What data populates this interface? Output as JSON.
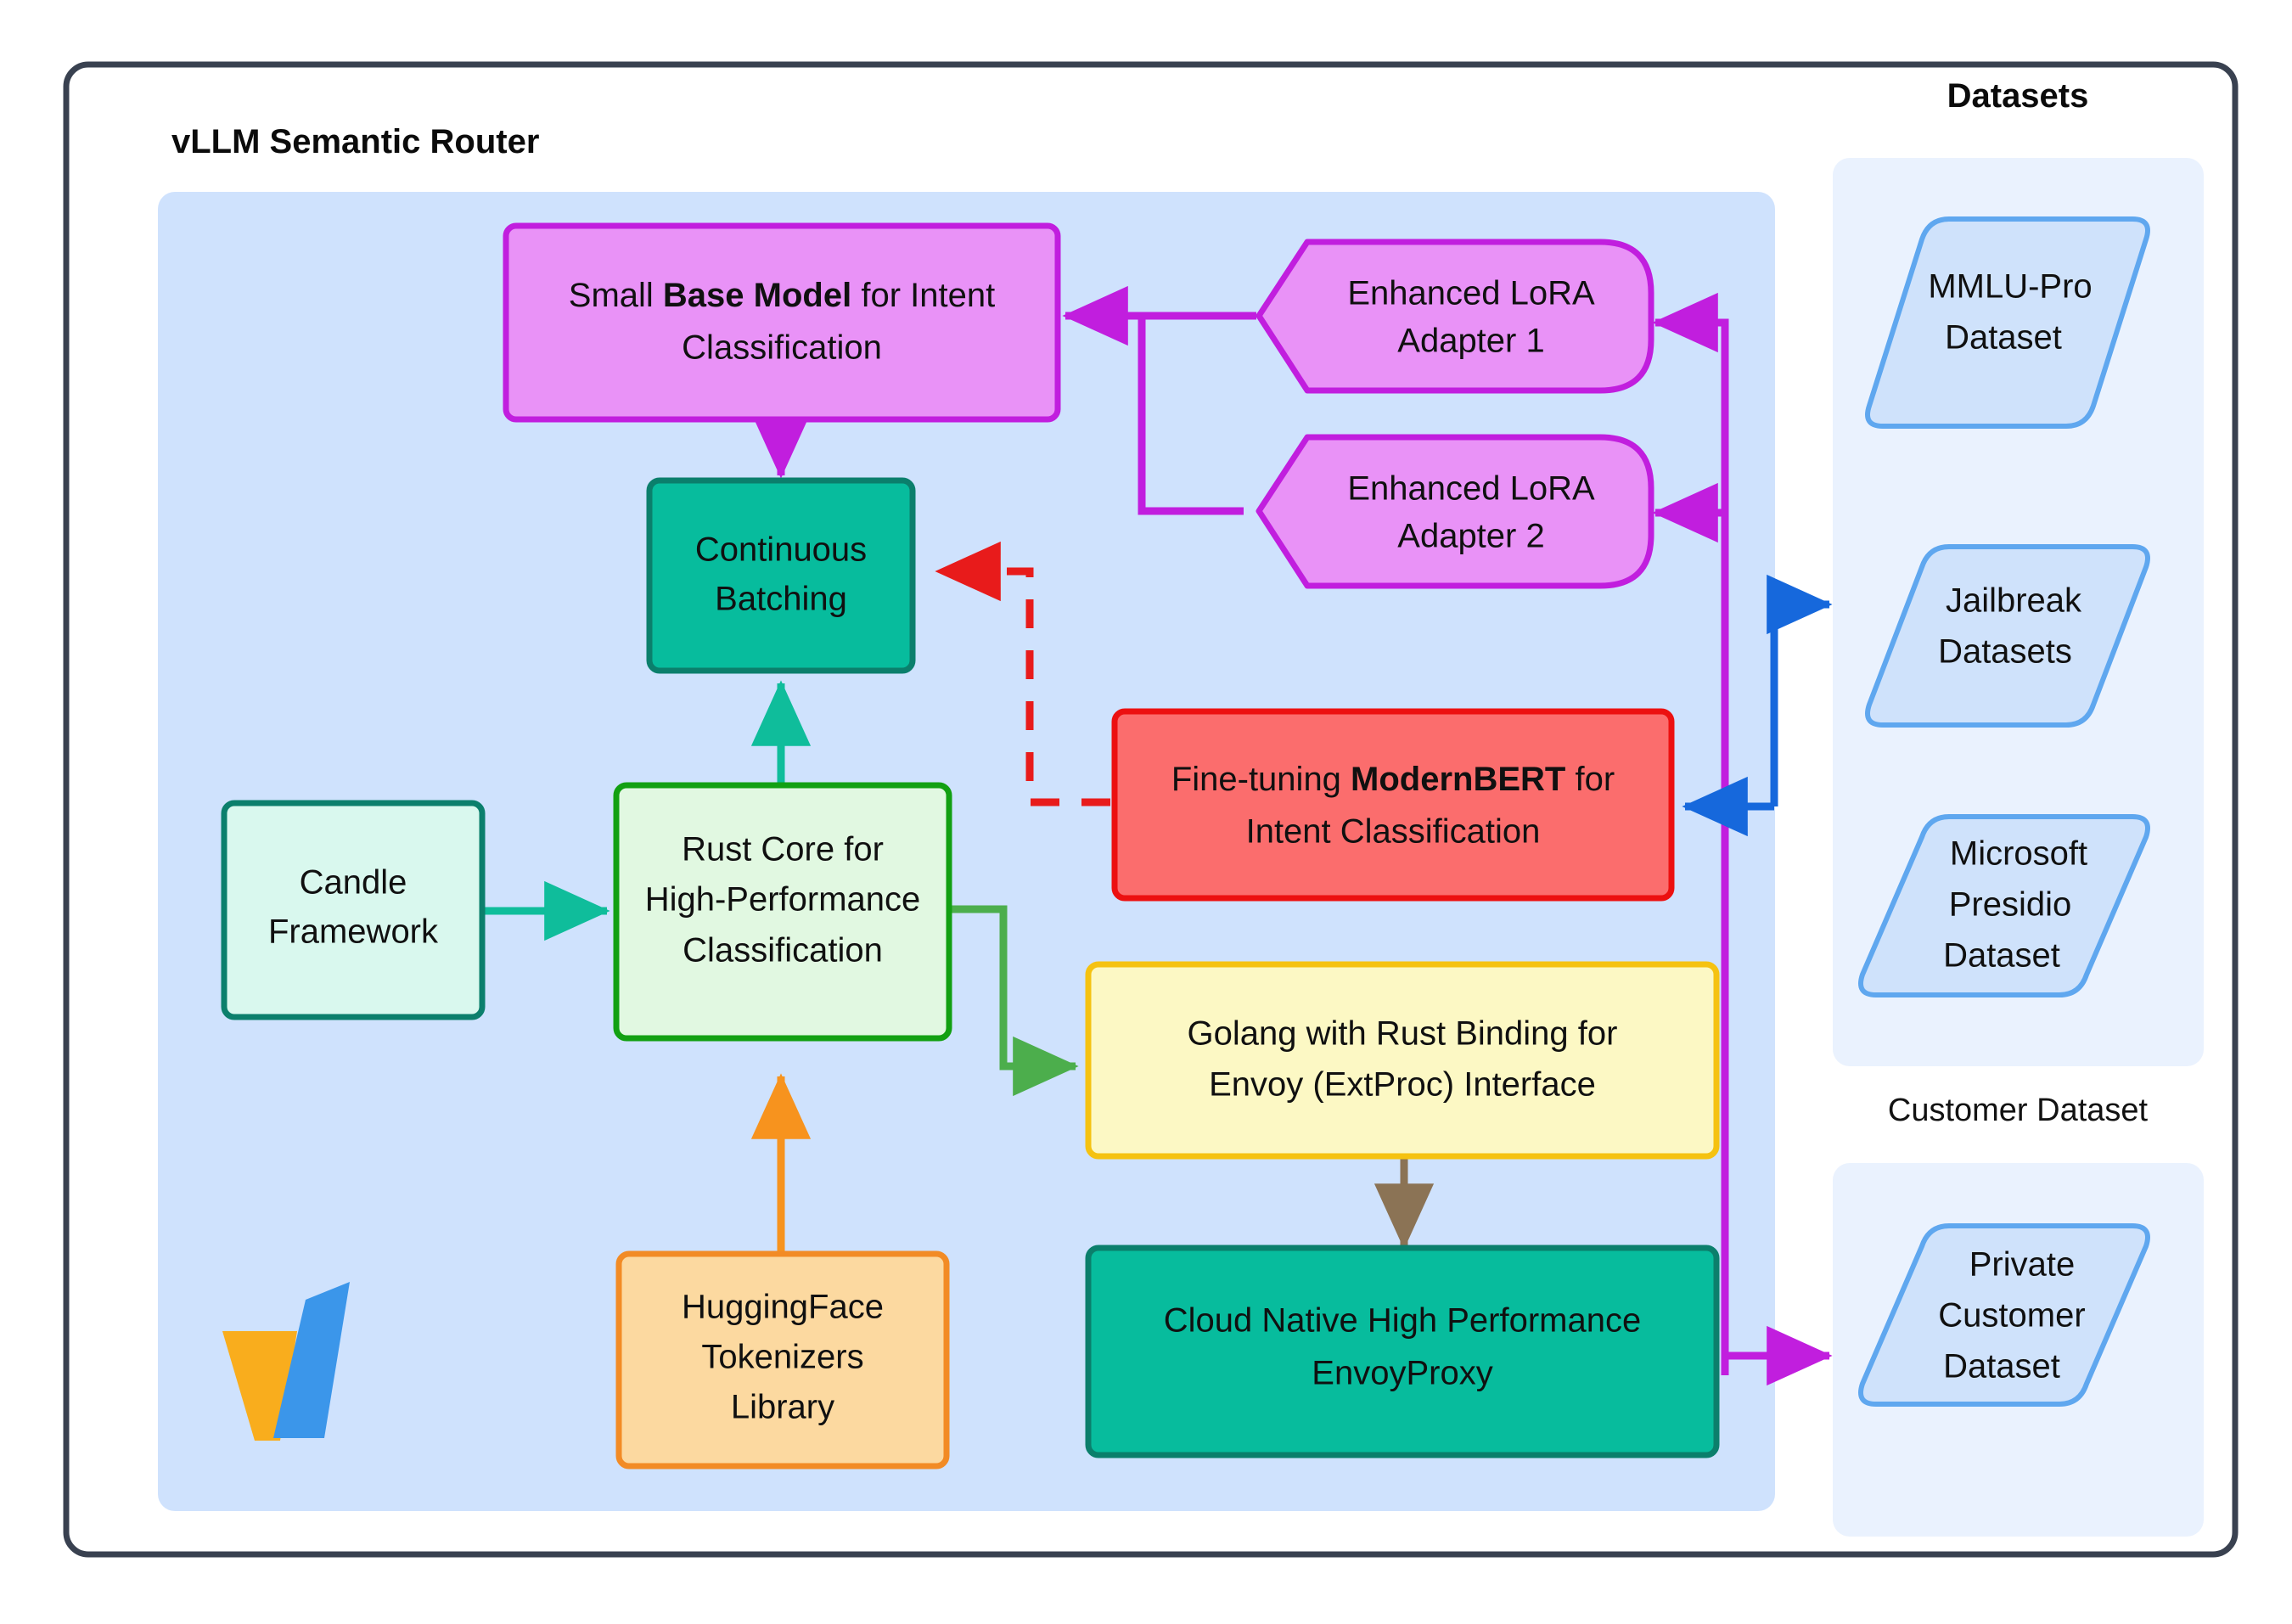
{
  "diagram": {
    "outer_frame": {
      "border_color": "#394150",
      "background": "#ffffff"
    },
    "router_group": {
      "title": "vLLM Semantic Router",
      "background": "#cfe2fd"
    },
    "datasets_group": {
      "title": "Datasets",
      "background": "#eaf2fe"
    },
    "customer_group": {
      "title": "Customer Dataset",
      "background": "#eaf2fe"
    },
    "logo": {
      "name": "vllm-logo",
      "left_color": "#f9ad1d",
      "right_color": "#3b96ea"
    }
  },
  "nodes": {
    "base_model": {
      "text_before": "Small ",
      "text_bold": "Base Model",
      "text_after": " for Intent",
      "line2": "Classification",
      "fill": "#e992f7",
      "stroke": "#c11ede"
    },
    "lora1": {
      "line1": "Enhanced LoRA",
      "line2": "Adapter 1",
      "fill": "#e992f7",
      "stroke": "#c11ede"
    },
    "lora2": {
      "line1": "Enhanced LoRA",
      "line2": "Adapter 2",
      "fill": "#e992f7",
      "stroke": "#c11ede"
    },
    "continuous_batching": {
      "line1": "Continuous",
      "line2": "Batching",
      "fill": "#07bc9d",
      "stroke": "#0b7f6c"
    },
    "modernbert": {
      "text_before": "Fine-tuning ",
      "text_bold": "ModernBERT",
      "text_after": " for",
      "line2": "Intent Classification",
      "fill": "#fb6d6d",
      "stroke": "#ec1010"
    },
    "candle": {
      "line1": "Candle",
      "line2": "Framework",
      "fill": "#d9f8ee",
      "stroke": "#0b7f6c"
    },
    "rust_core": {
      "line1": "Rust Core for",
      "line2": "High-Performance",
      "line3": "Classification",
      "fill": "#e1f8e1",
      "stroke": "#12a012"
    },
    "huggingface": {
      "line1": "HuggingFace",
      "line2": "Tokenizers",
      "line3": "Library",
      "fill": "#fcd9a0",
      "stroke": "#f28b25"
    },
    "golang_envoy": {
      "line1": "Golang with Rust Binding for",
      "line2": "Envoy (ExtProc) Interface",
      "fill": "#fcf8c4",
      "stroke": "#f5c211"
    },
    "envoy_proxy": {
      "line1": "Cloud Native High Performance",
      "line2": "EnvoyProxy",
      "fill": "#07bc9d",
      "stroke": "#0b7f6c"
    },
    "mmlu_pro": {
      "line1": "MMLU-Pro",
      "line2": "Dataset",
      "fill": "#cfe2fb",
      "stroke": "#5fa7ef"
    },
    "jailbreak": {
      "line1": "Jailbreak",
      "line2": "Datasets",
      "fill": "#cfe2fb",
      "stroke": "#5fa7ef"
    },
    "presidio": {
      "line1": "Microsoft",
      "line2": "Presidio",
      "line3": "Dataset",
      "fill": "#cfe2fb",
      "stroke": "#5fa7ef"
    },
    "private_customer": {
      "line1": "Private",
      "line2": "Customer",
      "line3": "Dataset",
      "fill": "#cfe2fb",
      "stroke": "#5fa7ef"
    }
  },
  "edges": {
    "lora_to_base": {
      "color": "#c11ede",
      "style": "solid"
    },
    "base_to_batching": {
      "color": "#c11ede",
      "style": "solid"
    },
    "modernbert_to_batching": {
      "color": "#e81b1b",
      "style": "dashed"
    },
    "candle_to_rust": {
      "color": "#0fbd9b",
      "style": "solid"
    },
    "rust_to_batching": {
      "color": "#0fbd9b",
      "style": "solid"
    },
    "huggingface_to_rust": {
      "color": "#f7931e",
      "style": "solid"
    },
    "rust_to_golang": {
      "color": "#4cae4c",
      "style": "solid"
    },
    "golang_to_envoy": {
      "color": "#8b7355",
      "style": "solid"
    },
    "datasets_to_lora": {
      "color": "#c11ede",
      "style": "solid"
    },
    "datasets_to_modernbert": {
      "color": "#1668dc",
      "style": "solid"
    },
    "to_jailbreak": {
      "color": "#1668dc",
      "style": "solid"
    },
    "to_private_customer": {
      "color": "#c11ede",
      "style": "solid"
    }
  }
}
